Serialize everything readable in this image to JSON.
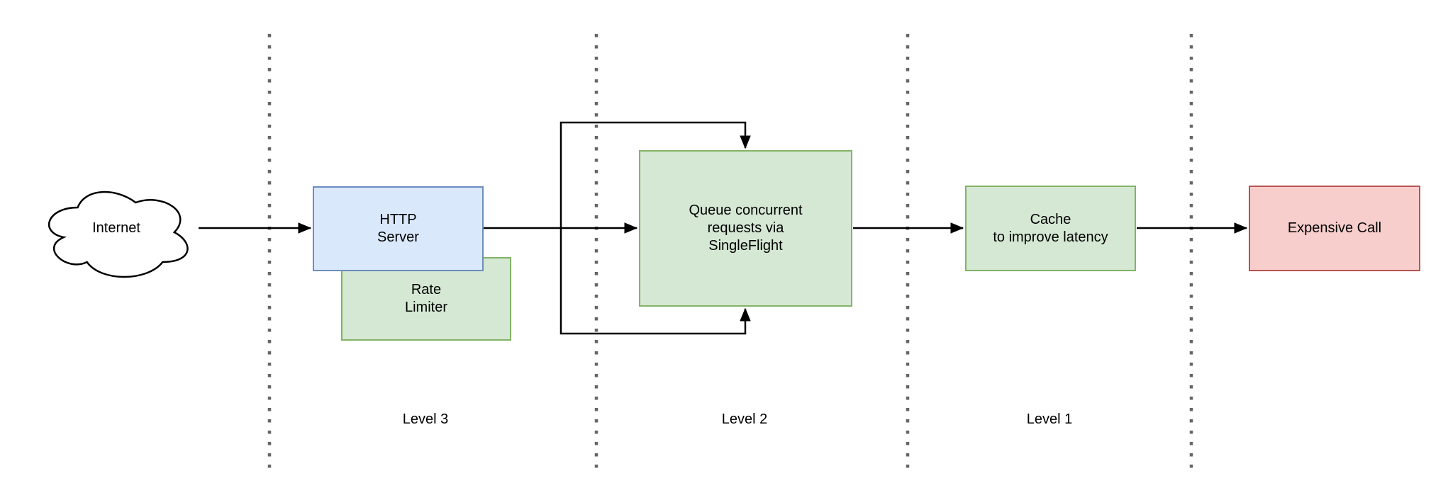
{
  "diagram": {
    "title": "request-collapsing cache architecture flow",
    "nodes": {
      "internet": {
        "label": "Internet",
        "shape": "cloud",
        "fill": "#ffffff",
        "stroke": "#000000"
      },
      "http_server": {
        "label": "HTTP\nServer",
        "fill": "#dae8fc",
        "stroke": "#6c8ebf"
      },
      "rate_limiter": {
        "label": "Rate\nLimiter",
        "fill": "#d5e8d4",
        "stroke": "#82b366"
      },
      "queue": {
        "label": "Queue concurrent\nrequests via\nSingleFlight",
        "fill": "#d5e8d4",
        "stroke": "#82b366"
      },
      "cache": {
        "label": "Cache\nto improve latency",
        "fill": "#d5e8d4",
        "stroke": "#82b366"
      },
      "expensive_call": {
        "label": "Expensive Call",
        "fill": "#f8cecc",
        "stroke": "#b85450"
      }
    },
    "lanes": {
      "level3": {
        "label": "Level 3"
      },
      "level2": {
        "label": "Level 2"
      },
      "level1": {
        "label": "Level 1"
      }
    },
    "edges": [
      {
        "from": "internet",
        "to": "http_server"
      },
      {
        "from": "http_server",
        "to": "queue"
      },
      {
        "from": "queue_branch",
        "to": "queue",
        "via": "top loop"
      },
      {
        "from": "queue_branch",
        "to": "queue",
        "via": "bottom loop"
      },
      {
        "from": "queue",
        "to": "cache"
      },
      {
        "from": "cache",
        "to": "expensive_call"
      }
    ],
    "colors": {
      "arrow": "#000000",
      "divider_dots": "#666666",
      "background": "#ffffff",
      "blue_fill": "#dae8fc",
      "blue_stroke": "#6c8ebf",
      "green_fill": "#d5e8d4",
      "green_stroke": "#82b366",
      "red_fill": "#f8cecc",
      "red_stroke": "#b85450"
    }
  }
}
